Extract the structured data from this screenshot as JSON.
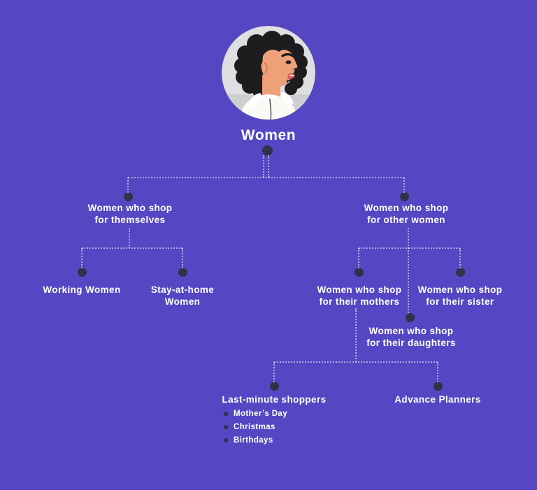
{
  "colors": {
    "background": "#5546c3",
    "node_dot": "#33304b",
    "connector_line": "rgba(255,255,255,0.55)",
    "text": "#ffffff",
    "avatar_background": "#dfdfe2",
    "avatar_hair": "#1d1c1f",
    "avatar_skin": "#f0a078",
    "avatar_lips": "#d9575c",
    "avatar_shirt": "#fbfaf6"
  },
  "root": {
    "label": "Women"
  },
  "nodes": {
    "themselves": {
      "line1": "Women who shop",
      "line2": "for themselves"
    },
    "other_women": {
      "line1": "Women who shop",
      "line2": "for other women"
    },
    "working": {
      "line1": "Working Women"
    },
    "stay_at_home": {
      "line1": "Stay-at-home",
      "line2": "Women"
    },
    "mothers": {
      "line1": "Women who shop",
      "line2": "for their mothers"
    },
    "sister": {
      "line1": "Women who shop",
      "line2": "for their sister"
    },
    "daughters": {
      "line1": "Women who shop",
      "line2": "for their daughters"
    },
    "last_minute": {
      "label": "Last-minute shoppers",
      "bullets": [
        "Mother’s Day",
        "Christmas",
        "Birthdays"
      ]
    },
    "advance": {
      "label": "Advance Planners"
    }
  }
}
